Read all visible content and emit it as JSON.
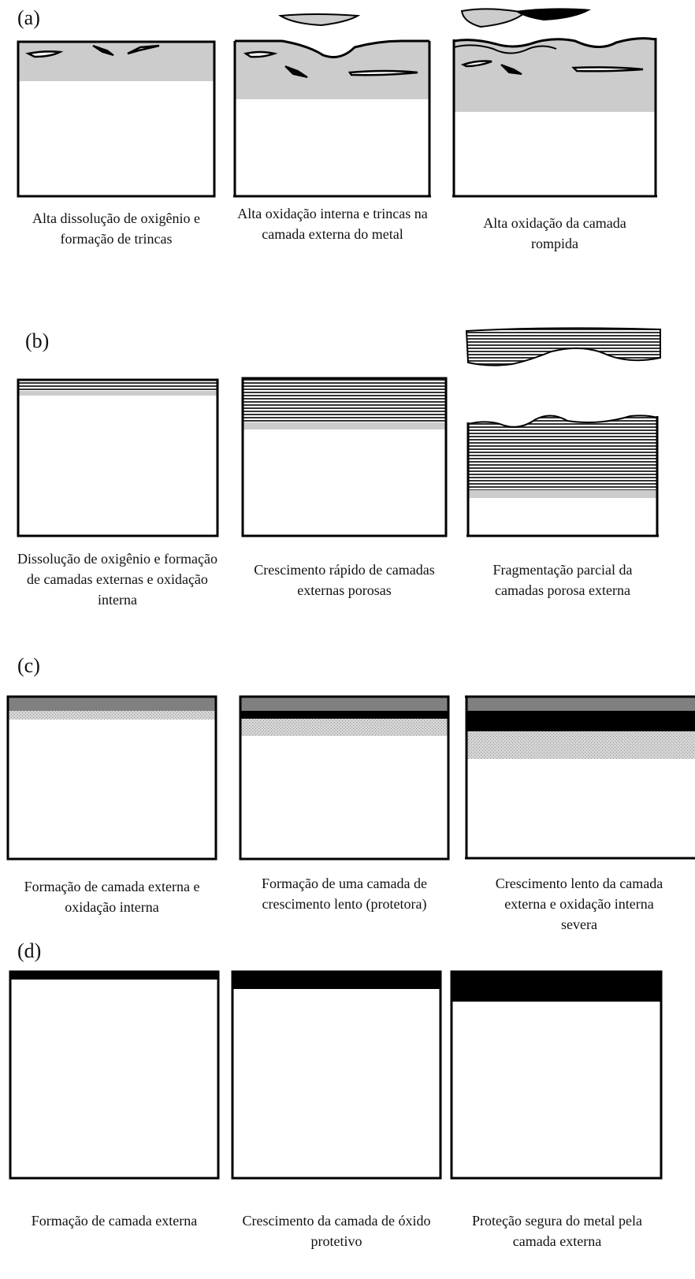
{
  "panels": [
    {
      "label": "(a)",
      "captions": [
        "Alta dissolução de oxigênio e formação de trincas",
        "Alta oxidação interna e trincas na camada externa do metal",
        "Alta oxidação da camada rompida"
      ]
    },
    {
      "label": "(b)",
      "captions": [
        "Dissolução de oxigênio e formação de camadas externas e oxidação interna",
        "Crescimento rápido de camadas externas porosas",
        "Fragmentação parcial da camadas porosa externa"
      ]
    },
    {
      "label": "(c)",
      "captions": [
        "Formação de camada externa e oxidação interna",
        "Formação de uma camada de crescimento lento (protetora)",
        "Crescimento lento da camada externa e oxidação interna severa"
      ]
    },
    {
      "label": "(d)",
      "captions": [
        "Formação de camada externa",
        "Crescimento da camada de óxido protetivo",
        "Proteção segura do metal pela camada externa"
      ]
    }
  ],
  "colors": {
    "internal_oxidation": "#cccccc",
    "scale_black": "#000000",
    "scale_gray": "#808080",
    "outline": "#000000"
  }
}
